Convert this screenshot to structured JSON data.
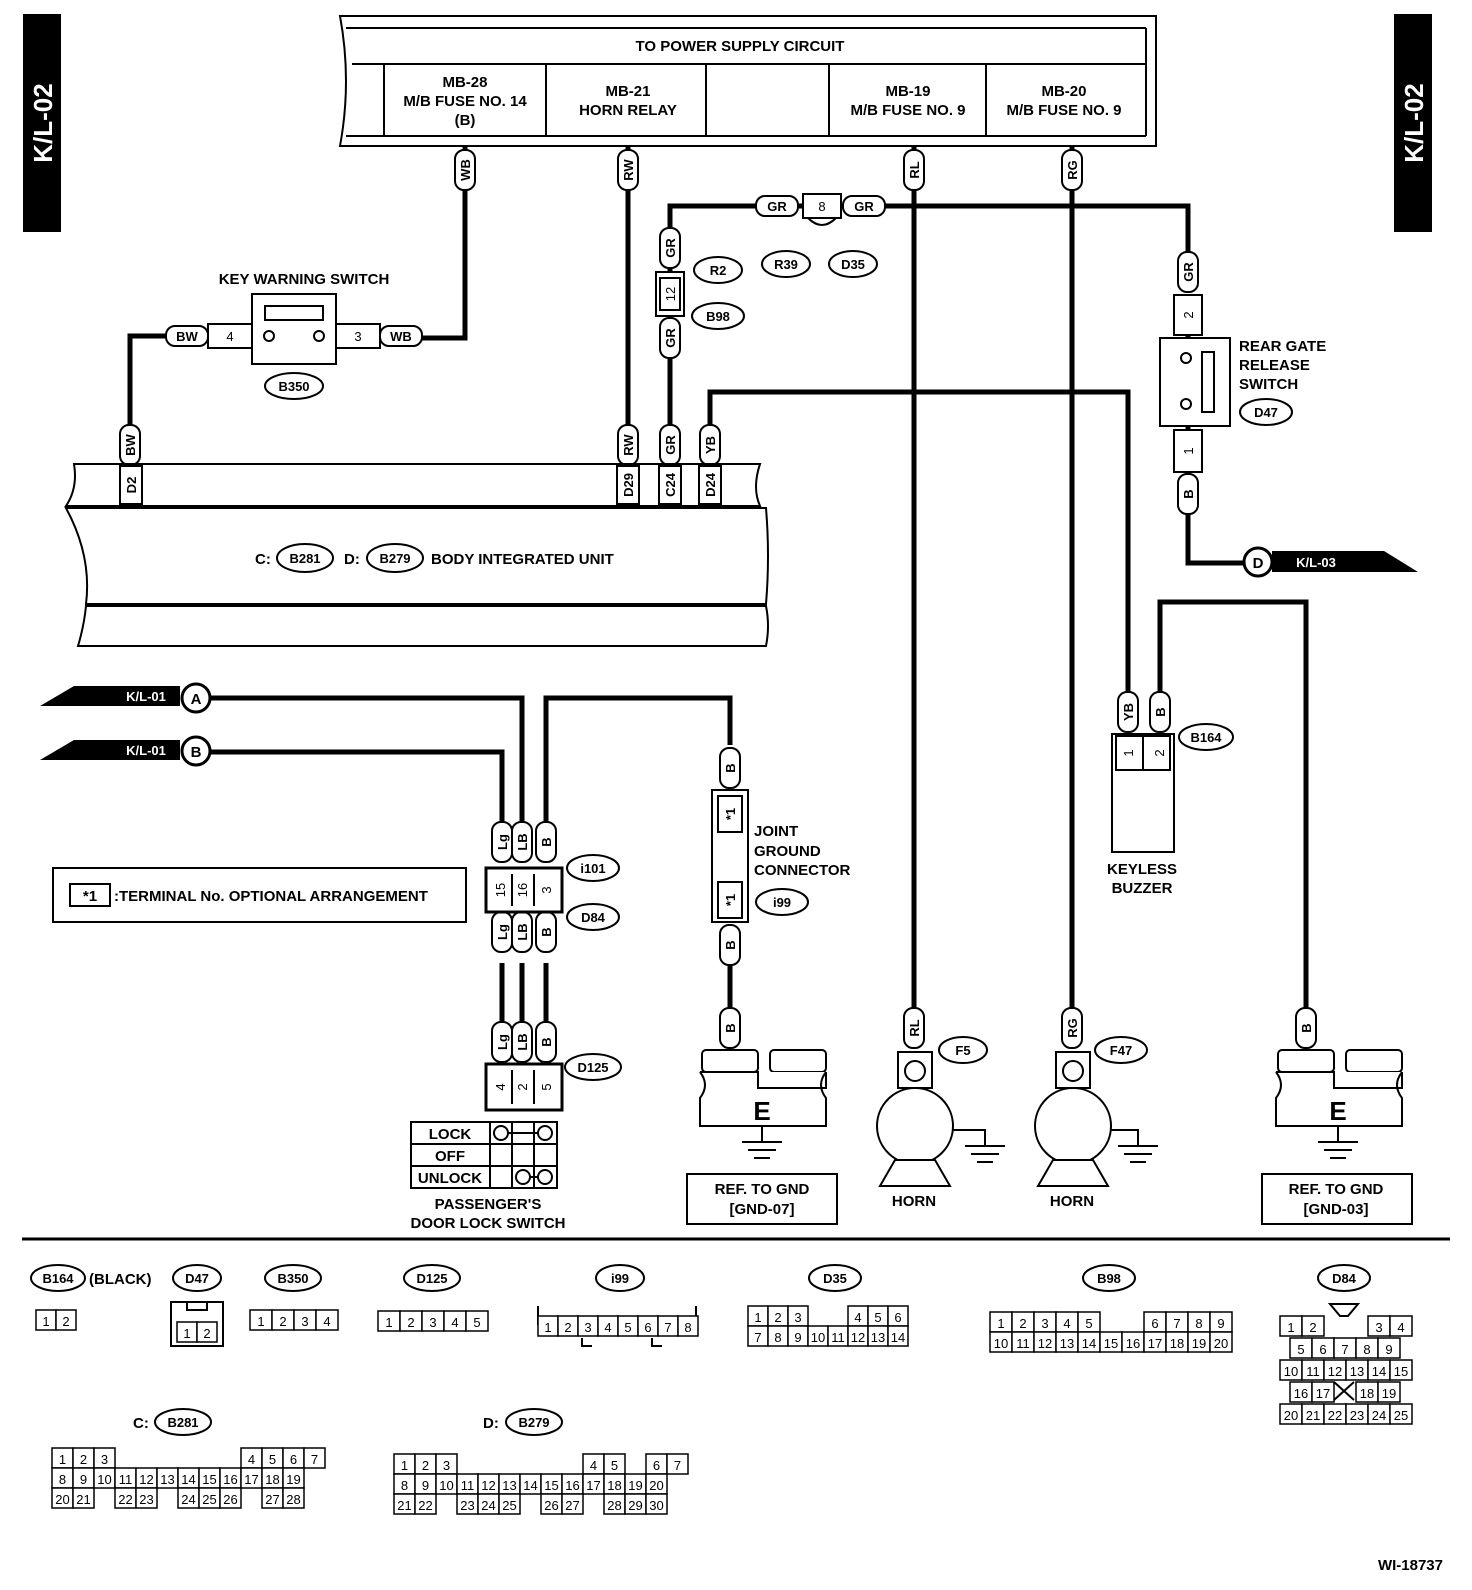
{
  "page_tag": "K/L-02",
  "figure_id": "WI-18737",
  "power": {
    "title": "TO POWER SUPPLY CIRCUIT",
    "cells": [
      {
        "l1": "MB-28",
        "l2": "M/B FUSE NO. 14",
        "l3": "(B)"
      },
      {
        "l1": "MB-21",
        "l2": "HORN RELAY",
        "l3": ""
      },
      {
        "l1": "",
        "l2": "",
        "l3": ""
      },
      {
        "l1": "MB-19",
        "l2": "M/B FUSE NO. 9",
        "l3": ""
      },
      {
        "l1": "MB-20",
        "l2": "M/B FUSE NO. 9",
        "l3": ""
      }
    ]
  },
  "wires": {
    "WB": "WB",
    "RW": "RW",
    "RL": "RL",
    "RG": "RG",
    "GR": "GR",
    "BW": "BW",
    "YB": "YB",
    "B": "B",
    "LB": "LB",
    "Lg": "Lg"
  },
  "pins": {
    "p1": "1",
    "p2": "2",
    "p3": "3",
    "p4": "4",
    "p5": "5",
    "p8": "8",
    "p12": "12",
    "p15": "15",
    "p16": "16",
    "star1": "*1"
  },
  "key_switch": {
    "title": "KEY WARNING SWITCH",
    "conn": "B350"
  },
  "rj": {
    "r2": "R2",
    "r39": "R39",
    "d35": "D35",
    "b98": "B98"
  },
  "rear_gate": {
    "l1": "REAR GATE",
    "l2": "RELEASE",
    "l3": "SWITCH",
    "conn": "D47"
  },
  "biu": {
    "prefix_c": "C:",
    "conn_c": "B281",
    "prefix_d": "D:",
    "conn_d": "B279",
    "title": "BODY INTEGRATED UNIT",
    "terms": [
      "D2",
      "D29",
      "C24",
      "D24"
    ]
  },
  "refs": {
    "kl01": "K/L-01",
    "kl03": "K/L-03",
    "a": "A",
    "b": "B",
    "d": "D"
  },
  "note": {
    "mark": "*1",
    "text": ":TERMINAL No. OPTIONAL ARRANGEMENT"
  },
  "conn_i101": "i101",
  "conn_d84": "D84",
  "conn_d125": "D125",
  "joint": {
    "l1": "JOINT",
    "l2": "GROUND",
    "l3": "CONNECTOR",
    "conn": "i99"
  },
  "buzzer": {
    "conn": "B164",
    "l1": "KEYLESS",
    "l2": "BUZZER"
  },
  "door_switch": {
    "lock": "LOCK",
    "off": "OFF",
    "unlock": "UNLOCK",
    "l1": "PASSENGER'S",
    "l2": "DOOR LOCK SWITCH"
  },
  "ground": {
    "e": "E",
    "ref": "REF. TO GND",
    "gnd07": "[GND-07]",
    "gnd03": "[GND-03]"
  },
  "horn": {
    "label": "HORN",
    "f5": "F5",
    "f47": "F47"
  },
  "legend": {
    "b164": "B164",
    "black": "(BLACK)",
    "d47": "D47",
    "b350": "B350",
    "d125": "D125",
    "i99": "i99",
    "d35": "D35",
    "b98": "B98",
    "d84": "D84",
    "c_prefix": "C:",
    "b281": "B281",
    "d_prefix": "D:",
    "b279": "B279"
  }
}
